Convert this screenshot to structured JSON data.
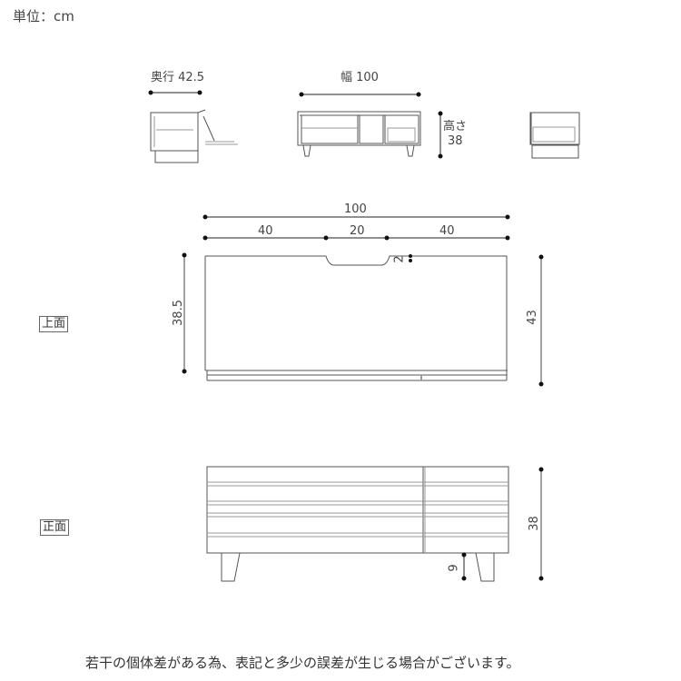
{
  "unit_label": "単位：cm",
  "thumbnails": {
    "depth_label": "奥行 42.5",
    "width_label": "幅 100",
    "height_label_line1": "高さ",
    "height_label_line2": "38"
  },
  "top_view": {
    "tag": "上面",
    "overall_width": "100",
    "segments": [
      "40",
      "20",
      "40"
    ],
    "notch_depth": "2",
    "inner_depth": "38.5",
    "total_depth": "43"
  },
  "front_view": {
    "tag": "正面",
    "height": "38",
    "leg_height": "9"
  },
  "footer_note": "若干の個体差がある為、表記と多少の誤差が生じる場合がございます。",
  "colors": {
    "line": "#555555",
    "light_line": "#999999",
    "dot": "#111111"
  }
}
